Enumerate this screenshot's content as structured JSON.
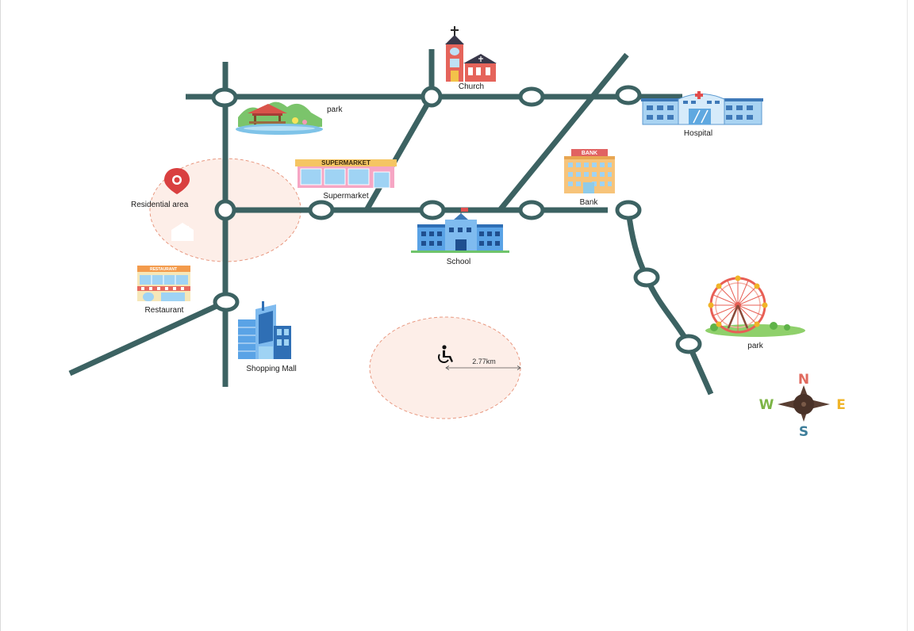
{
  "labels": {
    "church": "Church",
    "park_top": "park",
    "hospital": "Hospital",
    "residential": "Residential area",
    "supermarket": "Supermarket",
    "bank": "Bank",
    "school": "School",
    "restaurant": "Restaurant",
    "shopping_mall": "Shopping Mall",
    "park_right": "park"
  },
  "signs": {
    "supermarket": "SUPERMARKET",
    "bank": "BANK",
    "restaurant": "RESTAURANT"
  },
  "distance": "2.77km",
  "compass": {
    "n": "N",
    "s": "S",
    "e": "E",
    "w": "W"
  },
  "colors": {
    "road": "#3c6262",
    "zone_fill": "#fdeee8",
    "zone_stroke": "#e89880",
    "compass_n": "#e06a5e",
    "compass_s": "#3e7e9a",
    "compass_e": "#f0b428",
    "compass_w": "#7cb446"
  },
  "icons": {
    "location": "location-pin-icon",
    "accessibility": "wheelchair-icon"
  }
}
